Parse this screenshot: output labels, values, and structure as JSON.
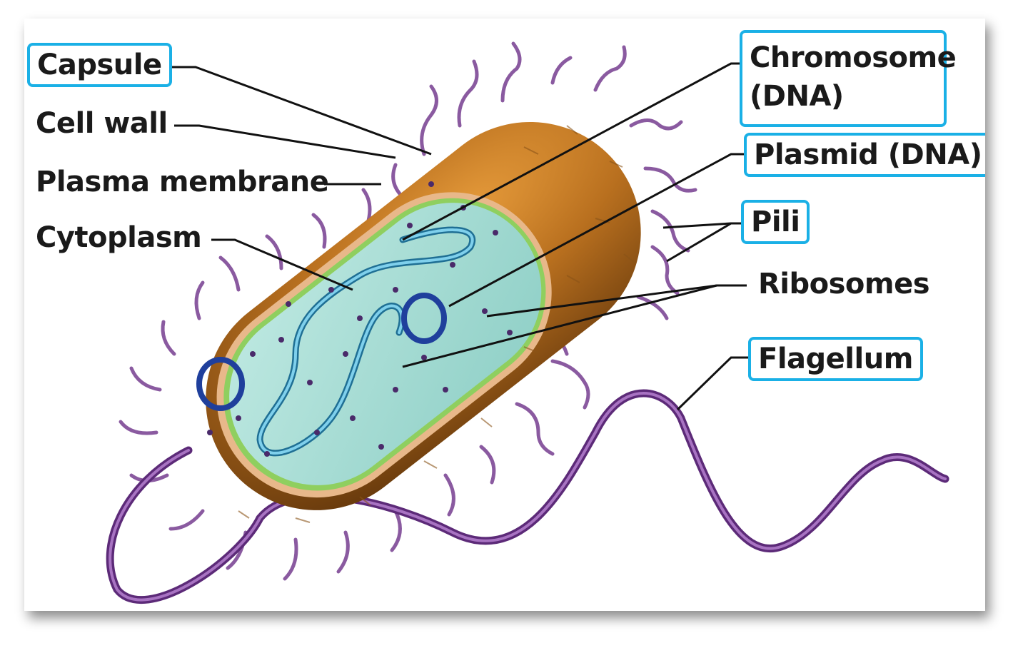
{
  "labels": {
    "capsule": "Capsule",
    "cell_wall": "Cell wall",
    "plasma_membrane": "Plasma membrane",
    "cytoplasm": "Cytoplasm",
    "chromosome_line1": "Chromosome",
    "chromosome_line2": "(DNA)",
    "plasmid": "Plasmid (DNA)",
    "pili": "Pili",
    "ribosomes": "Ribosomes",
    "flagellum": "Flagellum"
  },
  "colors": {
    "highlight_box": "#1ab0e6",
    "capsule": "#b86f1e",
    "cell_wall": "#e8b88a",
    "plasma_membrane": "#8fcf5f",
    "cytoplasm": "#a8ddd6",
    "dna": "#3a9fc7",
    "plasmid": "#1f3f9c",
    "ribosome": "#4a2a6a",
    "pili_flagellum": "#8a4fa0"
  }
}
